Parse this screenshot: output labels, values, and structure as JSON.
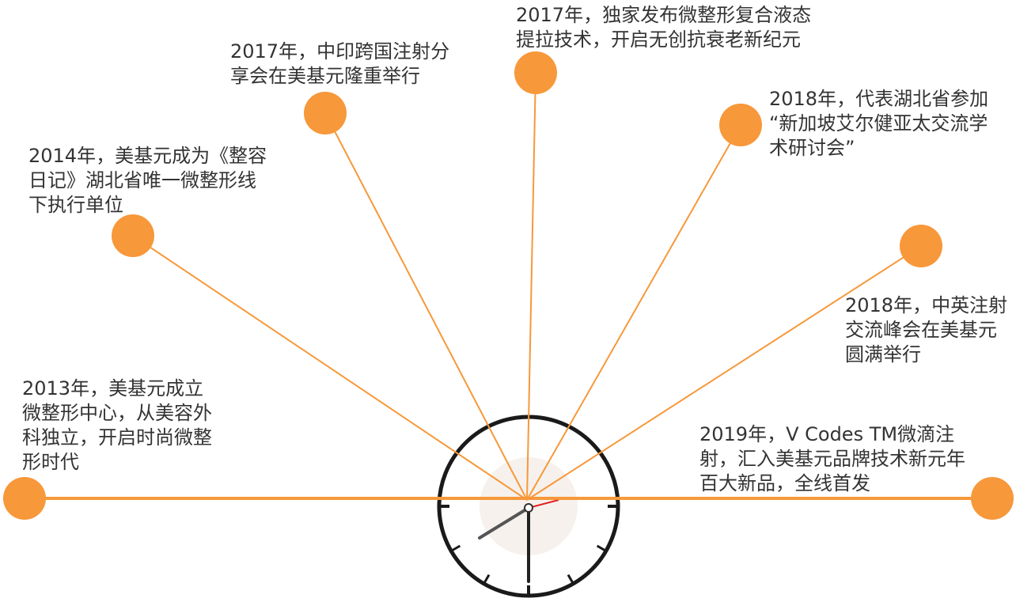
{
  "colors": {
    "accent": "#F7983A",
    "line": "#F7983A",
    "text": "#333333",
    "clock_rim": "#1a1a1a",
    "second_hand": "#e02020"
  },
  "events": [
    {
      "lines": [
        "2013年，美基元成立",
        "微整形中心，从美容外",
        "科独立，开启时尚微整",
        "形时代"
      ]
    },
    {
      "lines": [
        "2014年，美基元成为《整容",
        "日记》湖北省唯一微整形线",
        "下执行单位"
      ]
    },
    {
      "lines": [
        "2017年，中印跨国注射分",
        "享会在美基元隆重举行"
      ]
    },
    {
      "lines": [
        "2017年，独家发布微整形复合液态",
        "提拉技术，开启无创抗衰老新纪元"
      ]
    },
    {
      "lines": [
        "2018年，代表湖北省参加",
        "“新加坡艾尔健亚太交流学",
        "术研讨会”"
      ]
    },
    {
      "lines": [
        "2018年，中英注射",
        "交流峰会在美基元",
        "圆满举行"
      ]
    },
    {
      "lines": [
        "2019年，V  Codes  TM微滴注",
        "射，汇入美基元品牌技术新元年",
        "百大新品，全线首发"
      ]
    }
  ],
  "clock": {
    "icon": "clock-icon"
  }
}
